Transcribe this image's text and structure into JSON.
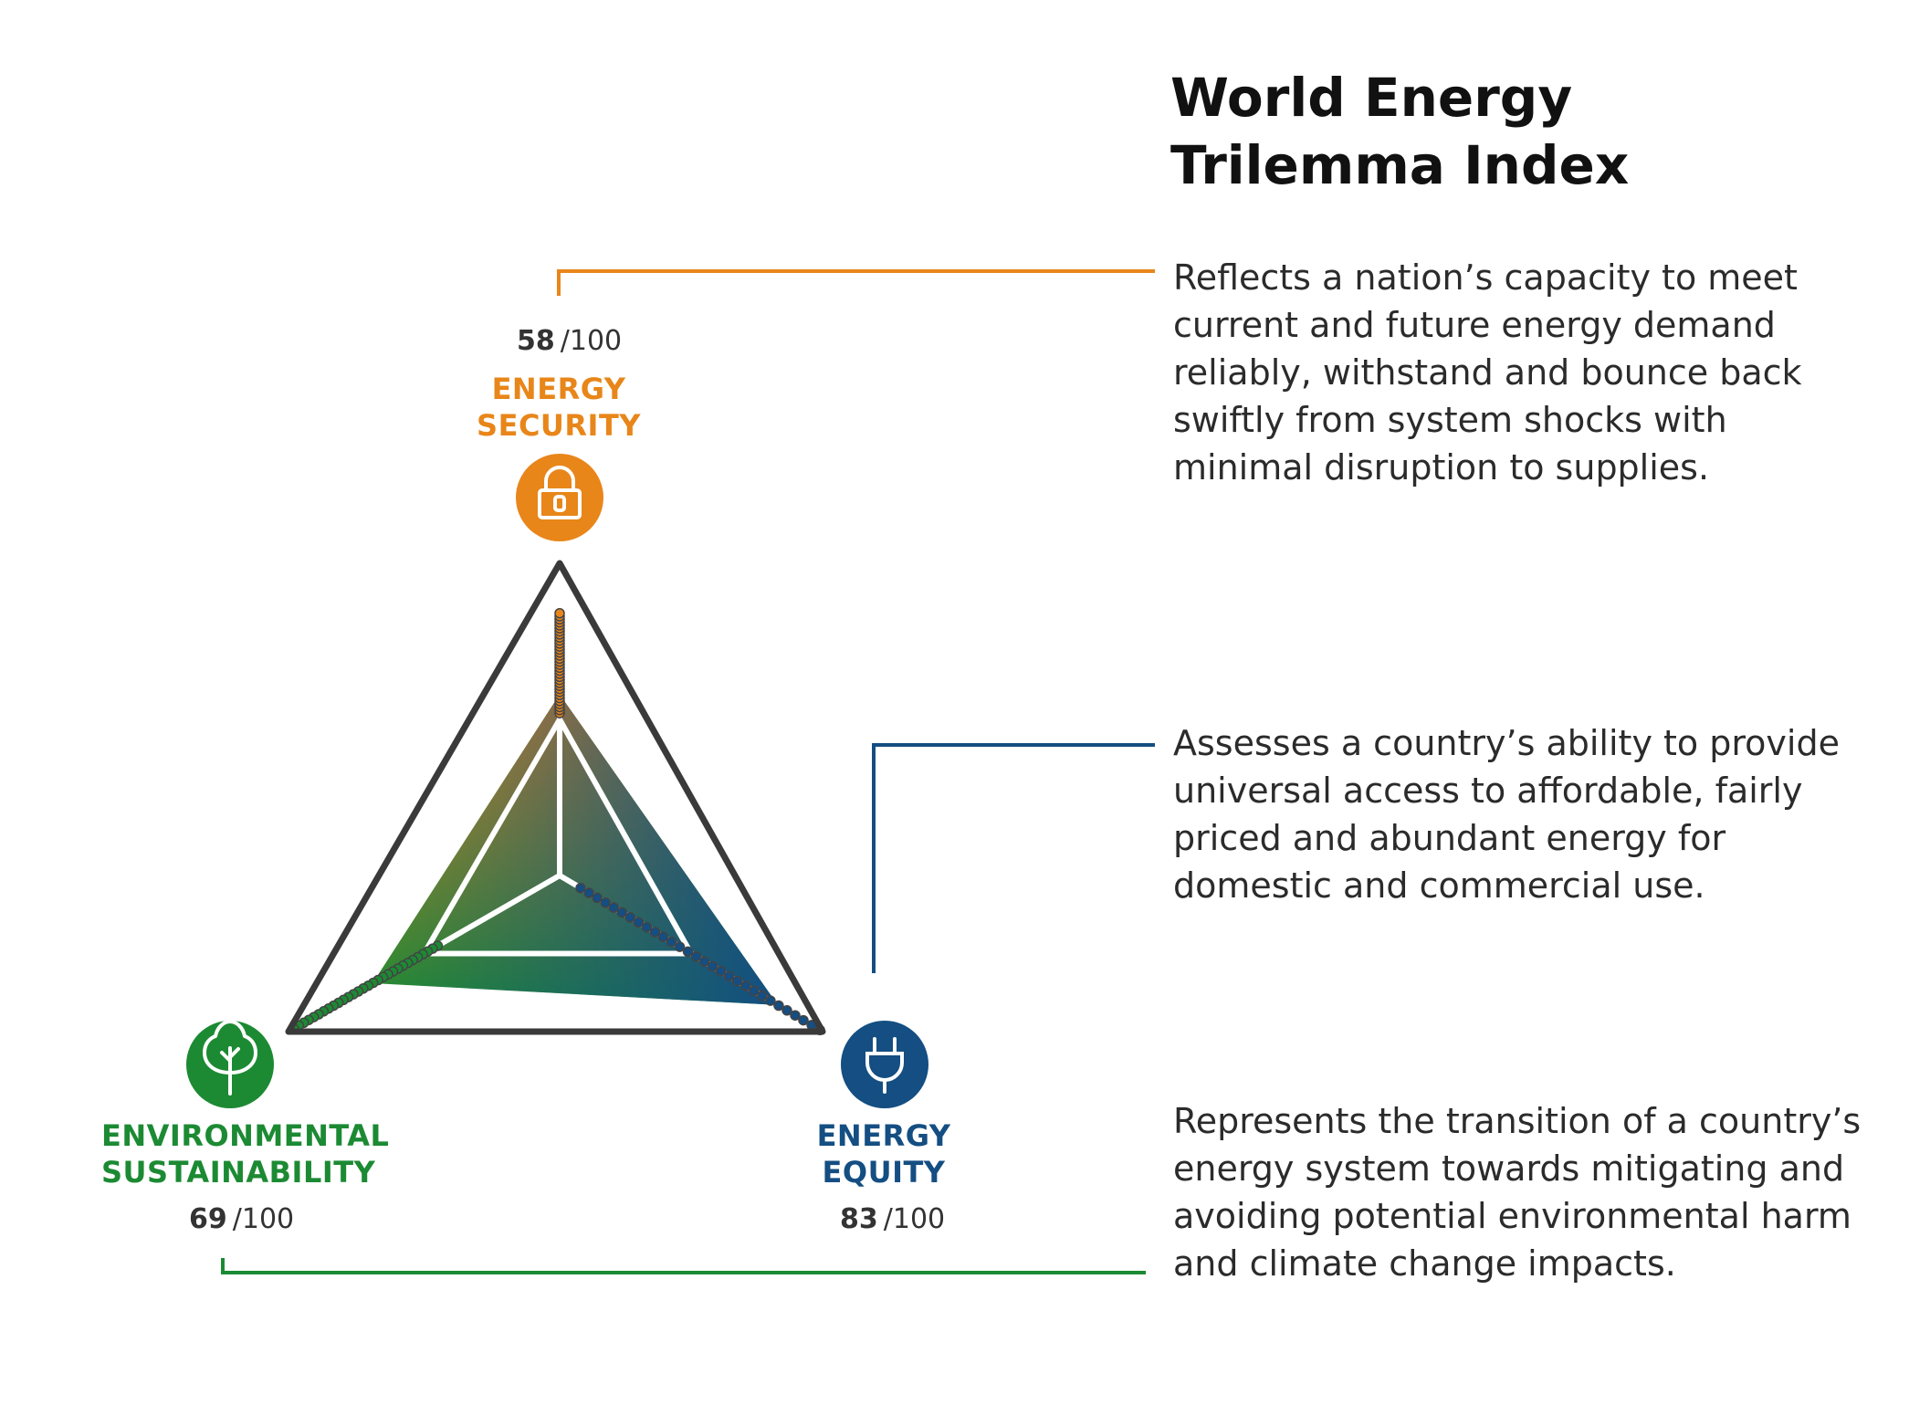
{
  "title": {
    "line1": "World Energy",
    "line2": "Trilemma Index"
  },
  "colors": {
    "security": "#E8861A",
    "equity": "#144E82",
    "sustainability": "#1C8A33",
    "outline": "#3a3a3a"
  },
  "dimensions": [
    {
      "id": "security",
      "label_line1": "ENERGY",
      "label_line2": "SECURITY",
      "score": "58",
      "max": "/100",
      "value": 58,
      "icon": "padlock-icon",
      "description": "Reflects a nation’s capacity to meet current and future energy demand reliably, withstand and bounce back swiftly from system shocks with minimal disruption to supplies."
    },
    {
      "id": "equity",
      "label_line1": "ENERGY",
      "label_line2": "EQUITY",
      "score": "83",
      "max": "/100",
      "value": 83,
      "icon": "plug-icon",
      "description": "Assesses a country’s ability to provide universal access to affordable, fairly priced and abundant energy for domestic and commercial use."
    },
    {
      "id": "sustainability",
      "label_line1": "ENVIRONMENTAL",
      "label_line2": "SUSTAINABILITY",
      "score": "69",
      "max": "/100",
      "value": 69,
      "icon": "tree-icon",
      "description": "Represents the transition of a country’s energy system towards mitigating and avoiding potential environmental harm and climate change impacts."
    }
  ]
}
